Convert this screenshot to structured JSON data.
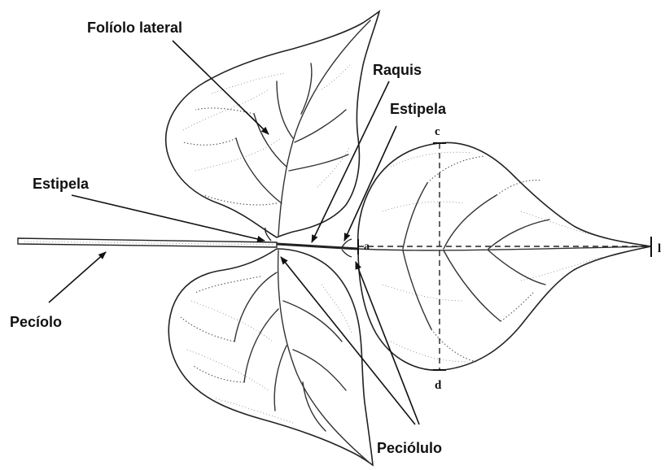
{
  "labels": {
    "foliolo_lateral": "Folíolo  lateral",
    "raquis": "Raquis",
    "estipela_top": "Estipela",
    "estipela_left": "Estipela",
    "peciolo": "Pecíolo",
    "peciolulo": "Peciólulo"
  },
  "points": {
    "a": "a",
    "b": "l",
    "c": "c",
    "d": "d"
  }
}
